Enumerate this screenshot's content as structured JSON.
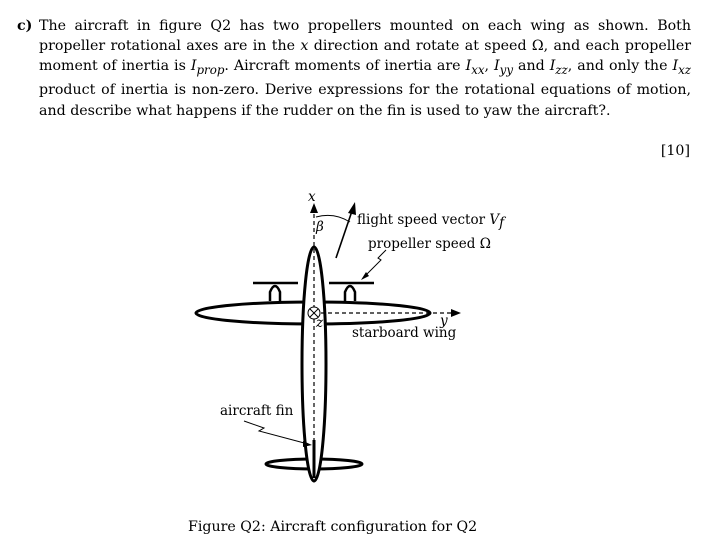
{
  "question": {
    "label": "c)",
    "text_parts": {
      "p1": "The aircraft in figure Q2 has two propellers mounted on each wing as shown.  Both propeller rotational axes are in the ",
      "x": "x",
      "p2": " direction and rotate at speed Ω, and each propeller moment of inertia is ",
      "I": "I",
      "prop": "prop",
      "p3": ". Aircraft moments of inertia are ",
      "Ixx_I": "I",
      "Ixx_sub": "xx",
      "p4": ", ",
      "Iyy_I": "I",
      "Iyy_sub": "yy",
      "p5": " and ",
      "Izz_I": "I",
      "Izz_sub": "zz",
      "p6": ", and only the ",
      "Ixz_I": "I",
      "Ixz_sub": "xz",
      "p7": " product of inertia is non-zero. Derive expressions for the rotational equations of motion, and describe what happens if the rudder on the fin is used to yaw the aircraft?."
    },
    "marks": "[10]"
  },
  "figure": {
    "labels": {
      "x_axis": "x",
      "beta": "β",
      "flight_speed": "flight speed vector ",
      "flight_speed_V": "V",
      "flight_speed_sub": "f",
      "propeller_speed": "propeller speed Ω",
      "y_axis": "y",
      "z_axis": "z",
      "starboard_wing": "starboard wing",
      "aircraft_fin": "aircraft fin"
    },
    "caption": "Figure Q2: Aircraft configuration for Q2"
  }
}
